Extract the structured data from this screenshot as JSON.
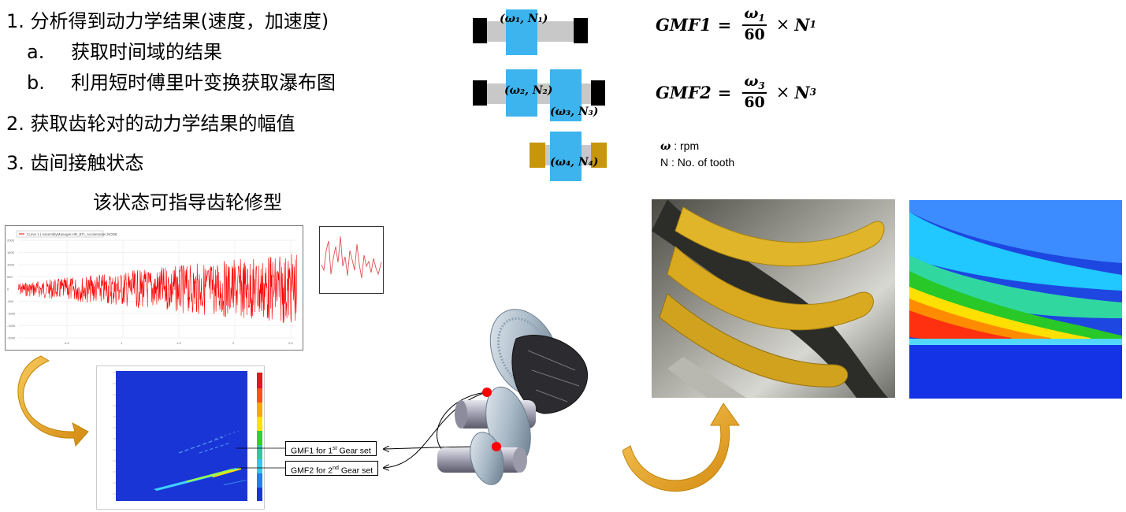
{
  "list": {
    "item1": "1. 分析得到动力学结果(速度，加速度)",
    "item1a_marker": "a.",
    "item1a_text": "获取时间域的结果",
    "item1b_marker": "b.",
    "item1b_text": "利用短时傅里叶变换获取瀑布图",
    "item2": "2. 获取齿轮对的动力学结果的幅值",
    "item3": "3. 齿间接触状态"
  },
  "subtitle": "该状态可指导齿轮修型",
  "gears": {
    "label1": "(ω₁, N₁)",
    "label2": "(ω₂, N₂)",
    "label3": "(ω₃, N₃)",
    "label4": "(ω₄, N₄)",
    "shaft_color": "#c8c8c8",
    "gear_color": "#3eb4ee",
    "bearing_color": "#000000",
    "output_bearing_color": "#c8960a"
  },
  "formulas": {
    "gmf1_lhs": "GMF1",
    "gmf1_num": "ω",
    "gmf1_num_sub": "1",
    "gmf1_den": "60",
    "gmf1_rhs": "N",
    "gmf1_rhs_sub": "1",
    "gmf2_lhs": "GMF2",
    "gmf2_num": "ω",
    "gmf2_num_sub": "3",
    "gmf2_den": "60",
    "gmf2_rhs": "N",
    "gmf2_rhs_sub": "3",
    "equals": "=",
    "times": "×"
  },
  "legend_notes": {
    "omega_symbol": "ω",
    "omega_text": " : rpm",
    "n_text": "N : No. of tooth"
  },
  "time_plot": {
    "legend": "Curve 1 | AssemblyManager.HR_BTI_Acceleration.NODE",
    "y_ticks": [
      "2000",
      "1500",
      "1000",
      "500",
      "0",
      "-500",
      "-1000",
      "-1500",
      "-2000"
    ],
    "x_ticks": [
      "0.5",
      "1",
      "1.5",
      "2",
      "2.5"
    ],
    "signal_color": "#ff0000"
  },
  "callouts": {
    "gmf1_text": "GMF1 for 1",
    "gmf1_sup": "st",
    "gmf1_tail": " Gear set",
    "gmf2_text": "GMF2 for 2",
    "gmf2_sup": "nd",
    "gmf2_tail": "  Gear set"
  },
  "colors": {
    "arrow_gold": "#f0a820",
    "waterfall_bg": "#1a35d6",
    "contact_dot": "#ff0000"
  }
}
